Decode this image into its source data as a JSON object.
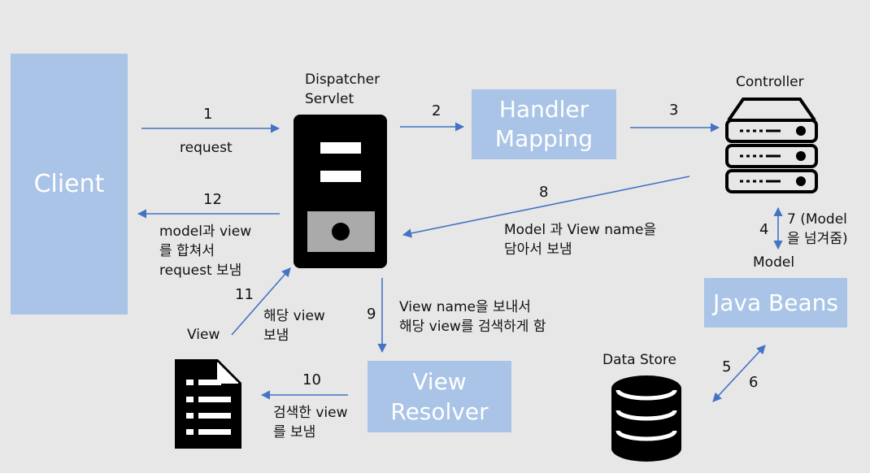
{
  "boxes": {
    "client": "Client",
    "handler_mapping": "Handler\nMapping",
    "view_resolver": "View\nResolver",
    "java_beans": "Java Beans"
  },
  "labels": {
    "dispatcher": "Dispatcher\nServlet",
    "controller": "Controller",
    "model": "Model",
    "data_store": "Data Store",
    "view": "View"
  },
  "steps": {
    "s1": "1",
    "s1_text": "request",
    "s2": "2",
    "s3": "3",
    "s4": "4",
    "s7": "7 (Model\n을 넘겨줌)",
    "s5": "5",
    "s6": "6",
    "s8": "8",
    "s8_text": "Model 과 View name을\n담아서 보냄",
    "s9": "9",
    "s9_text": "View name을 보내서\n해당 view를 검색하게 함",
    "s10": "10",
    "s10_text": "검색한 view\n를 보냄",
    "s11": "11",
    "s11_text": "해당 view\n보냄",
    "s12": "12",
    "s12_text": "model과 view\n를 합쳐서\nrequest 보냄"
  },
  "colors": {
    "box": "#a9c4e6",
    "arrow": "#4472c4",
    "background": "#e7e7e7",
    "icon": "#000000"
  },
  "icons": [
    "server-tower-icon",
    "server-rack-icon",
    "database-icon",
    "document-list-icon"
  ]
}
